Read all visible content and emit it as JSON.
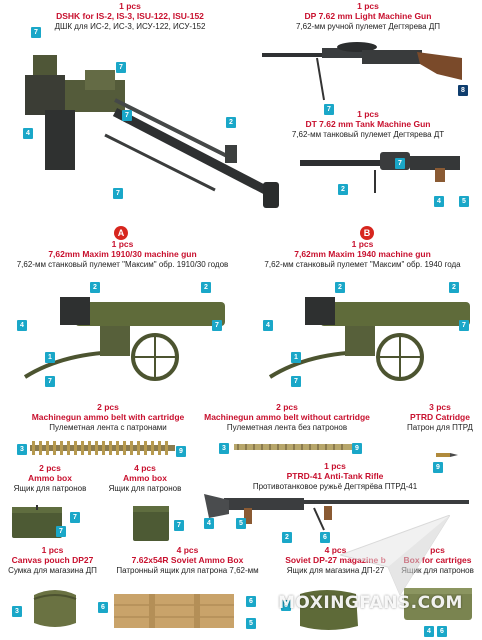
{
  "items": {
    "dshk": {
      "qty": "1 pcs",
      "name": "DSHK for IS-2, IS-3, ISU-122, ISU-152",
      "ru": "ДШК для ИС-2, ИС-3, ИСУ-122, ИСУ-152"
    },
    "dp": {
      "qty": "1 pcs",
      "name": "DP 7.62 mm Light Machine Gun",
      "ru": "7,62-мм ручной пулемет Дегтярева ДП"
    },
    "dt": {
      "qty": "1 pcs",
      "name": "DT 7.62 mm Tank Machine Gun",
      "ru": "7,62-мм танковый пулемет Дегтярева ДТ"
    },
    "maxim1910": {
      "letter": "A",
      "qty": "1 pcs",
      "name": "7,62mm Maxim 1910/30 machine gun",
      "ru": "7,62-мм станковый пулемет \"Максим\" обр. 1910/30 годов"
    },
    "maxim1940": {
      "letter": "B",
      "qty": "1 pcs",
      "name": "7,62mm Maxim 1940 machine gun",
      "ru": "7,62-мм станковый пулемет \"Максим\" обр. 1940 года"
    },
    "belt_cart": {
      "qty": "2 pcs",
      "name": "Machinegun ammo belt with cartridge",
      "ru": "Пулеметная лента с патронами"
    },
    "belt_empty": {
      "qty": "2 pcs",
      "name": "Machinegun ammo belt  without cartridge",
      "ru": "Пулеметная лента без патронов"
    },
    "ptrd_cart": {
      "qty": "3 pcs",
      "name": "PTRD Catridge",
      "ru": "Патрон для ПТРД"
    },
    "ammo_box2": {
      "qty": "2 pcs",
      "name": "Ammo box",
      "ru": "Ящик для патронов"
    },
    "ammo_box4": {
      "qty": "4 pcs",
      "name": "Ammo box",
      "ru": "Ящик для патронов"
    },
    "ptrd41": {
      "qty": "1 pcs",
      "name": "PTRD-41 Anti-Tank Rifle",
      "ru": "Противотанковое ружьё Дегтярёва ПТРД-41"
    },
    "pouch": {
      "qty": "1 pcs",
      "name": "Canvas pouch DP27",
      "ru": "Сумка для магазина ДП"
    },
    "soviet_box": {
      "qty": "4 pcs",
      "name": "7.62x54R Soviet Ammo Box",
      "ru": "Патронный ящик для патрона 7,62-мм"
    },
    "dp27_mag": {
      "qty": "4 pcs",
      "name": "Soviet DP-27 magazine b",
      "ru": "Ящик для магазина ДП-27"
    },
    "cart_box": {
      "qty": "pcs",
      "name": "Box for cartriges",
      "ru": "Ящик для патронов"
    }
  },
  "badges": [
    "1",
    "2",
    "3",
    "4",
    "5",
    "6",
    "7",
    "8",
    "9"
  ],
  "colors": {
    "title": "#c8102e",
    "badge": "#1aa7c8",
    "badge_dark": "#0f3d6e",
    "olive": "#5f6b3a",
    "steel": "#3c3f42",
    "wood": "#8a5a33"
  },
  "watermark": "MOXINGFANS.COM"
}
